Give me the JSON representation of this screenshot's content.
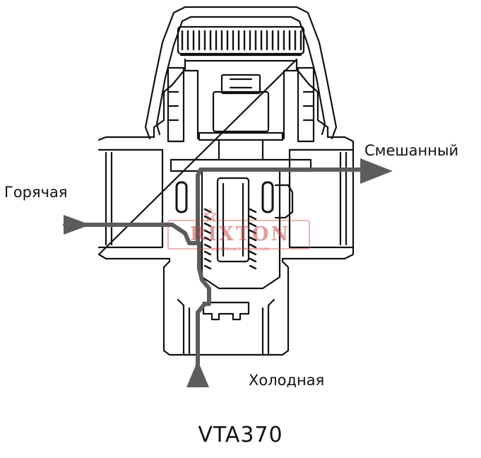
{
  "labels": {
    "hot": "Горячая",
    "mixed": "Смешанный",
    "cold": "Холодная"
  },
  "caption": "VTA370",
  "watermark": {
    "brand": "RIXTON",
    "subtitle": "ИНТЕРНЕТ МАГАЗИН",
    "color": "#cd4646"
  },
  "colors": {
    "outline": "#111111",
    "flow_arrow": "#5c5c5c"
  }
}
